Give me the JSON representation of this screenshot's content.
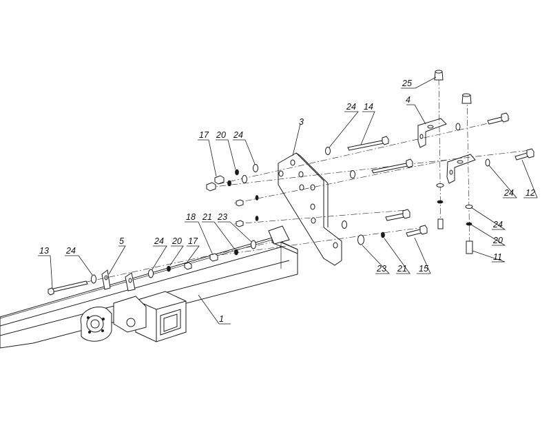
{
  "labels": {
    "p1": "1",
    "p3": "3",
    "p4": "4",
    "p5": "5",
    "p11": "11",
    "p12": "12",
    "p13": "13",
    "p14": "14",
    "p15": "15",
    "p17a": "17",
    "p17b": "17",
    "p18": "18",
    "p20a": "20",
    "p20b": "20",
    "p20c": "20",
    "p21a": "21",
    "p21b": "21",
    "p23a": "23",
    "p23b": "23",
    "p24a": "24",
    "p24b": "24",
    "p24c": "24",
    "p24d": "24",
    "p24e": "24",
    "p24f": "24",
    "p25": "25"
  }
}
